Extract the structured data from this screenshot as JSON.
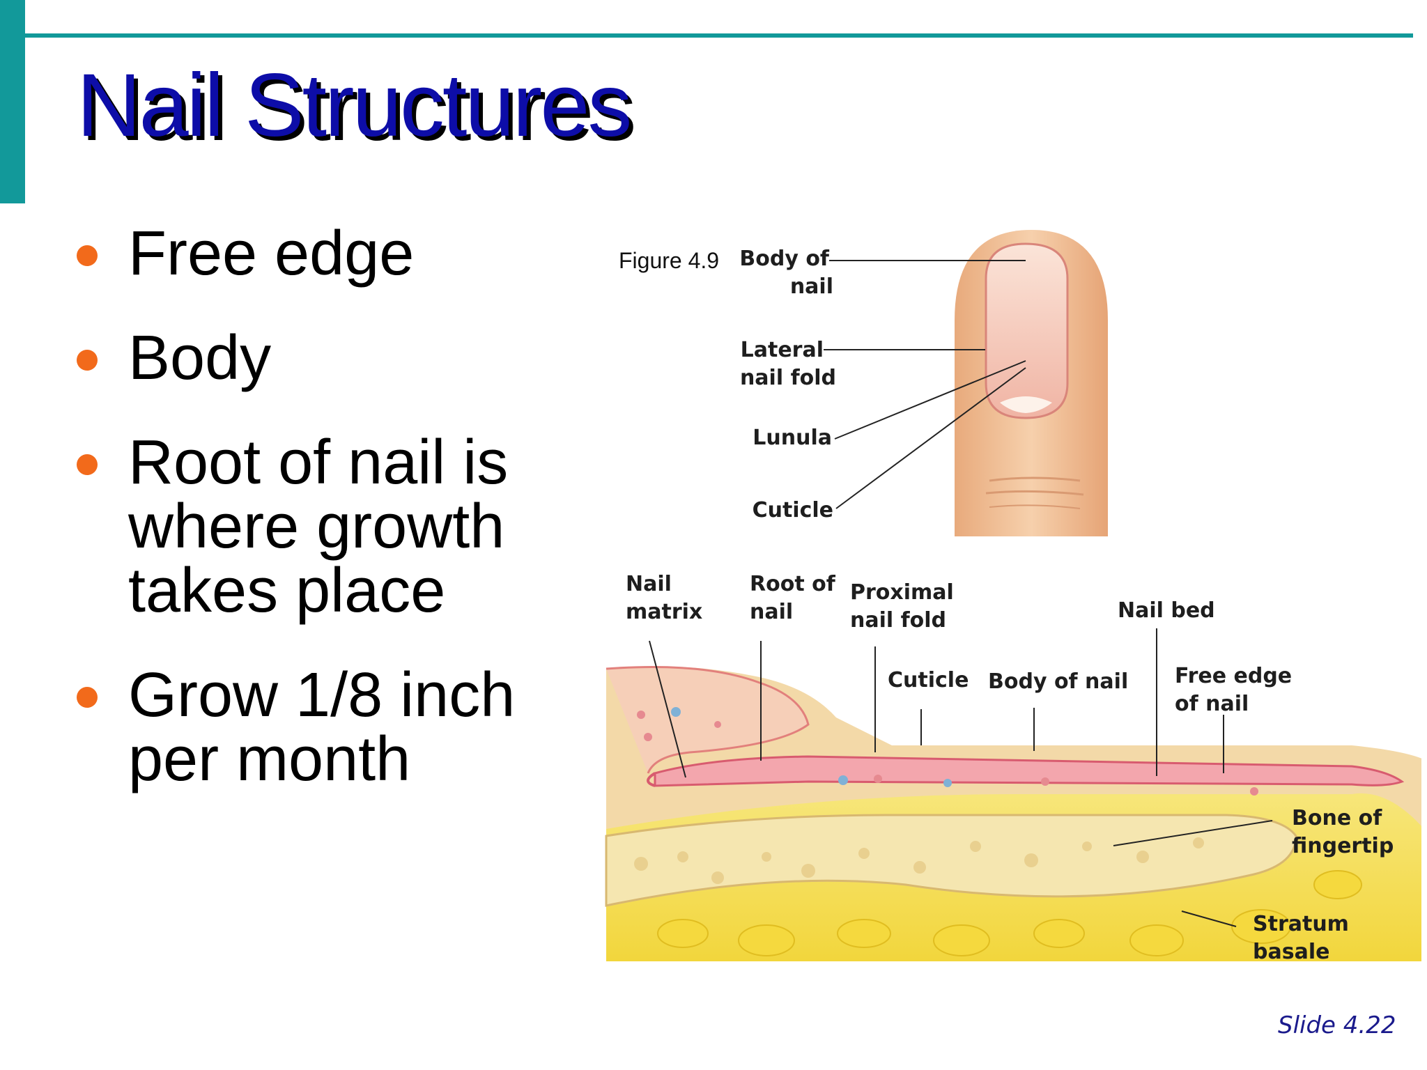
{
  "title": "Nail Structures",
  "bullets": [
    {
      "lines": [
        "Free edge"
      ]
    },
    {
      "lines": [
        "Body"
      ]
    },
    {
      "lines": [
        "Root of nail is",
        "where growth",
        "takes place"
      ]
    },
    {
      "lines": [
        "Grow 1/8 inch",
        "per month"
      ]
    }
  ],
  "figure": {
    "caption": "Figure 4.9",
    "top_labels": {
      "body_of_nail": [
        "Body of",
        "nail"
      ],
      "lateral_nail_fold": [
        "Lateral",
        "nail fold"
      ],
      "lunula": [
        "Lunula"
      ],
      "cuticle": [
        "Cuticle"
      ]
    },
    "section_labels": {
      "nail_matrix": [
        "Nail",
        "matrix"
      ],
      "root_of_nail": [
        "Root of",
        "nail"
      ],
      "proximal_nail_fold": [
        "Proximal",
        "nail fold"
      ],
      "nail_bed": [
        "Nail bed"
      ],
      "cuticle": [
        "Cuticle"
      ],
      "body_of_nail": [
        "Body of nail"
      ],
      "free_edge_of_nail": [
        "Free edge",
        "of nail"
      ],
      "bone_of_fingertip": [
        "Bone of",
        "fingertip"
      ],
      "stratum_basale": [
        "Stratum",
        "basale"
      ]
    }
  },
  "slide_number": "Slide 4.22",
  "colors": {
    "title": "#0d0da8",
    "accent_bar": "#12999a",
    "bullet": "#f26a1b",
    "skin": "#f2c7a0",
    "nail_pink": "#e8667a",
    "fat_yellow": "#f7e35a"
  }
}
